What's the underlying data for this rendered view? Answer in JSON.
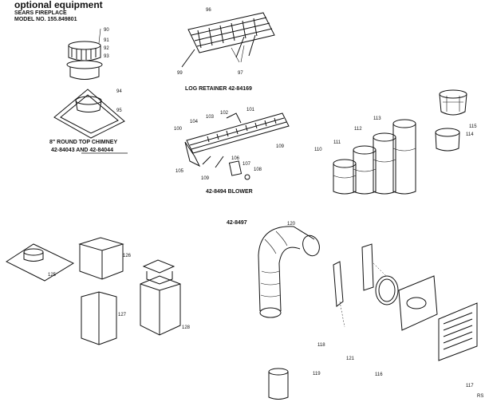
{
  "header": {
    "title": "optional equipment",
    "brand": "SEARS FIREPLACE",
    "model": "MODEL NO. 155.849801"
  },
  "captions": {
    "chimney_line1": "8\" ROUND TOP CHIMNEY",
    "chimney_line2": "42-84043 AND 42-84044",
    "log_retainer": "LOG RETAINER 42-84169",
    "blower": "42-8494 BLOWER",
    "kit": "42-8497",
    "code": "RS"
  },
  "part_numbers": {
    "p90": "90",
    "p91": "91",
    "p92": "92",
    "p93": "93",
    "p94": "94",
    "p95": "95",
    "p96": "96",
    "p97": "97",
    "p99": "99",
    "p100": "100",
    "p101": "101",
    "p102": "102",
    "p103": "103",
    "p104": "104",
    "p105": "105",
    "p106": "106",
    "p107": "107",
    "p108": "108",
    "p109a": "109",
    "p109b": "109",
    "p110": "110",
    "p111": "111",
    "p112": "112",
    "p113": "113",
    "p114": "114",
    "p115": "115",
    "p116": "116",
    "p117": "117",
    "p118": "118",
    "p119": "119",
    "p120": "120",
    "p121": "121",
    "p125": "125",
    "p126": "126",
    "p127": "127",
    "p128": "128"
  }
}
